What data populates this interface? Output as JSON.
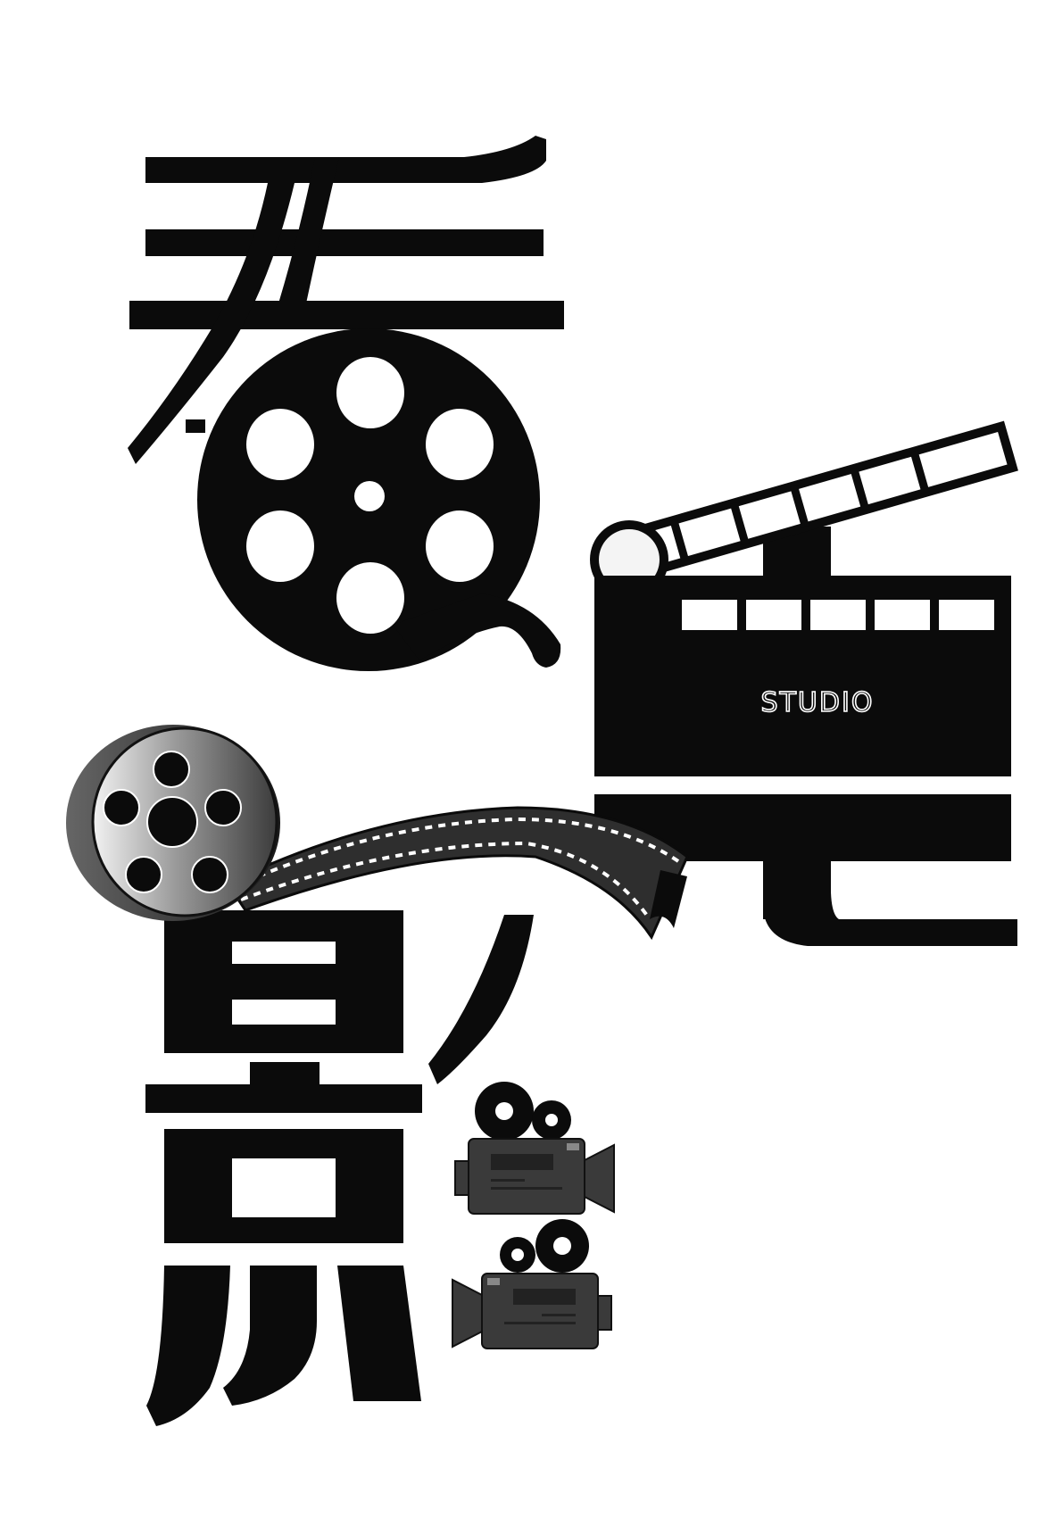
{
  "poster": {
    "title_chars": [
      "看",
      "电",
      "影"
    ],
    "clapperboard_label": "STUDIO"
  },
  "colors": {
    "background": "#ffffff",
    "ink": "#0b0b0b",
    "camera_body": "#3a3a3a",
    "film_strip": "#2e2e2e"
  },
  "icons": [
    "film-reel-icon",
    "clapperboard-icon",
    "film-canister-icon",
    "film-strip-icon",
    "movie-camera-icon"
  ]
}
